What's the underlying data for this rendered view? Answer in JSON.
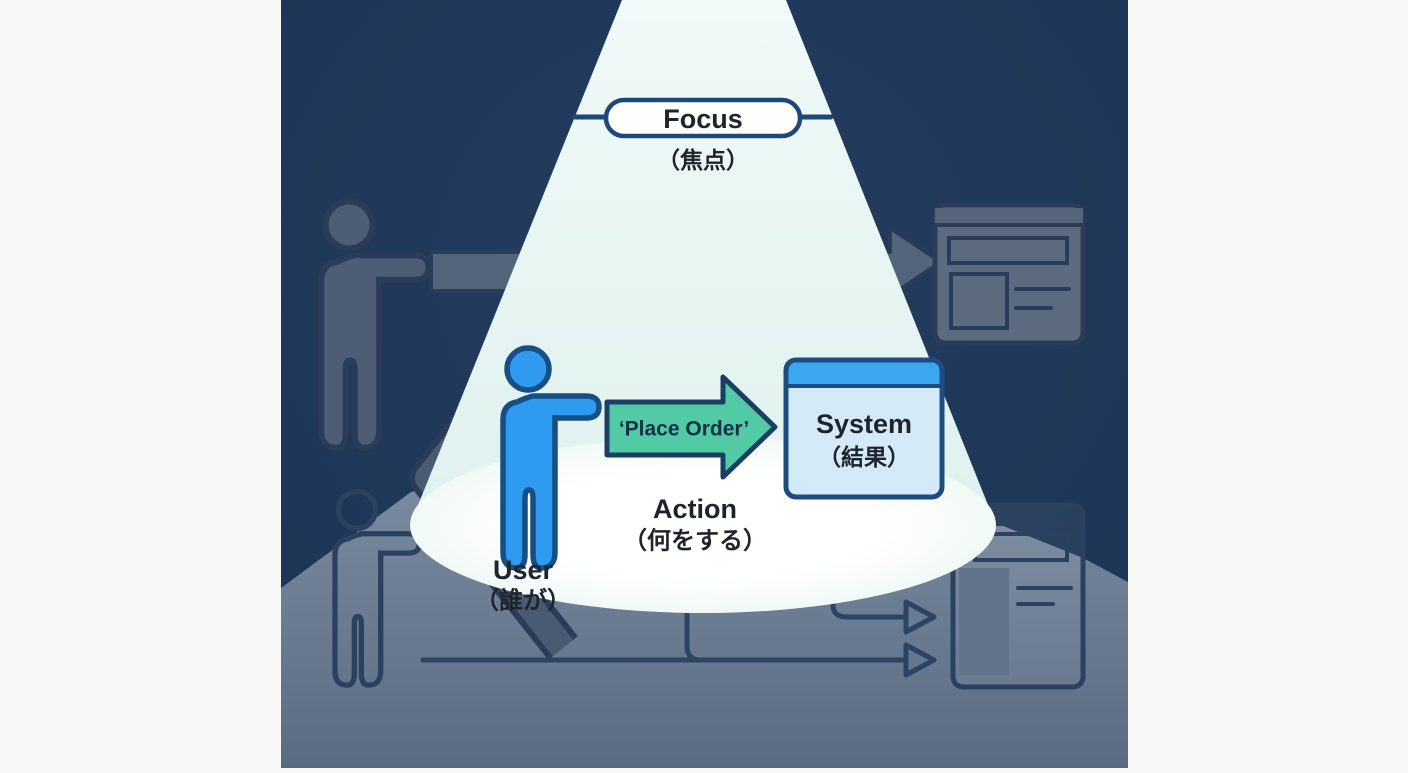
{
  "scene": {
    "focus": {
      "label": "Focus",
      "sub": "（焦点）"
    },
    "user": {
      "label": "User",
      "sub": "（誰が）"
    },
    "action": {
      "label": "Action",
      "sub": "（何をする）",
      "command": "‘Place Order’"
    },
    "system": {
      "label": "System",
      "sub": "（結果）"
    }
  },
  "colors": {
    "background_navy": "#20395a",
    "floor_gray_top": "#7b8ba0",
    "floor_gray_bottom": "#5a6c84",
    "spotlight_cone": "#e3f3f0",
    "spotlight_pool": "#ffffff",
    "user_blue": "#2e9bf0",
    "user_outline": "#174e84",
    "arrow_teal": "#52cba4",
    "arrow_outline": "#1c3e66",
    "system_title_blue": "#3ba7f3",
    "system_body_blue": "#d5eaf9",
    "system_outline": "#1d4c80",
    "pill_outline": "#1e4877",
    "backdrop_shape": "#54647a",
    "backdrop_outline": "#2b3c58",
    "text_dark": "#1e242b"
  }
}
